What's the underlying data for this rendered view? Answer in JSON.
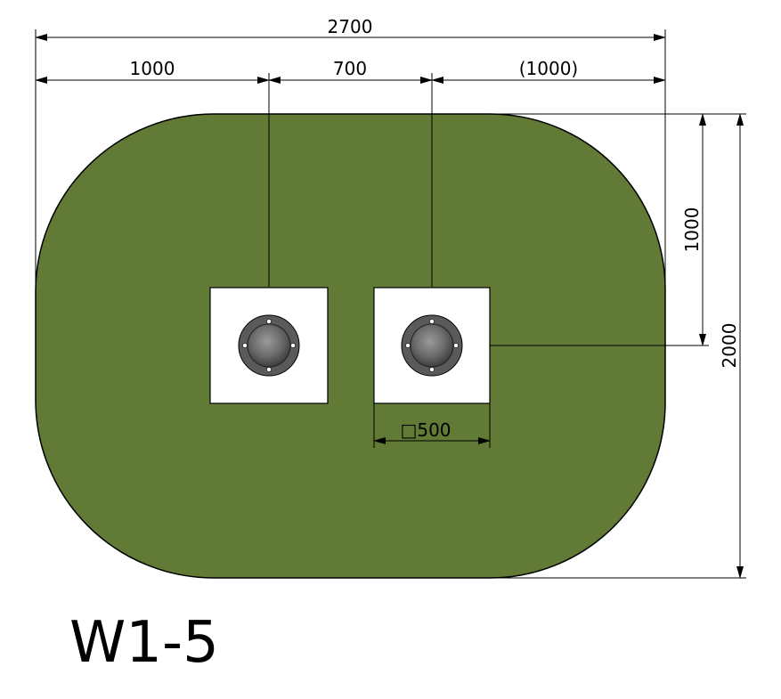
{
  "drawing": {
    "title": "W1-5",
    "dimensions": {
      "overall_width": "2700",
      "left_offset": "1000",
      "center_spacing": "700",
      "right_offset": "(1000)",
      "half_depth": "1000",
      "overall_depth": "2000",
      "pad_size": "□500"
    },
    "colors": {
      "surface": "#617a36",
      "pad": "#ffffff",
      "outline": "#000000",
      "fixture_ring": "#5a5a5a",
      "fixture_center": "#6f6f6f"
    },
    "icons": [
      "fixture-icon-left",
      "fixture-icon-right"
    ]
  }
}
